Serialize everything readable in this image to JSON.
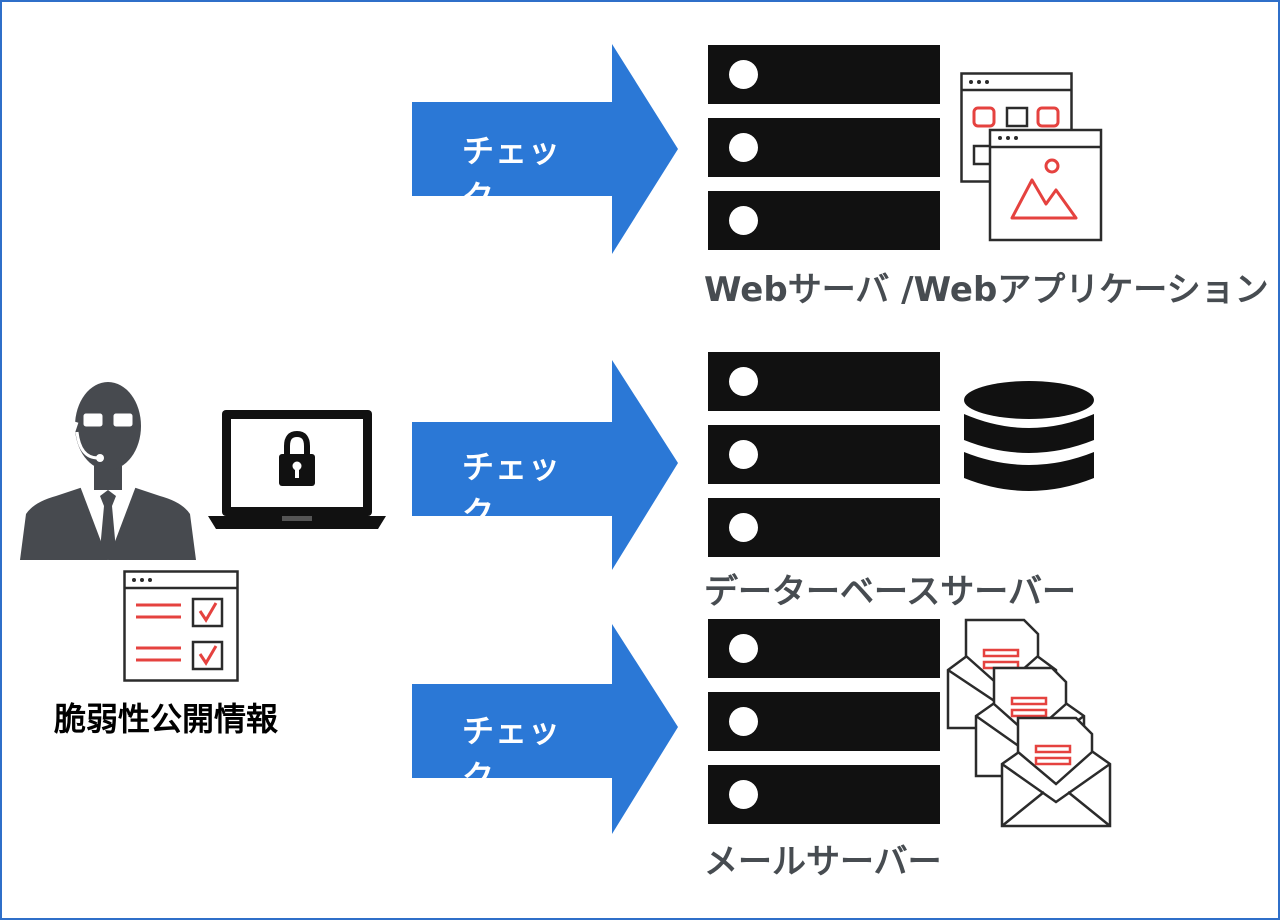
{
  "diagram": {
    "arrow_label": "チェック",
    "targets": [
      {
        "name": "Webサーバ /Webアプリケーション",
        "icon": "web-application-windows-icon"
      },
      {
        "name": "データーベースサーバー",
        "icon": "database-icon"
      },
      {
        "name": "メールサーバー",
        "icon": "envelopes-icon"
      }
    ],
    "actor": {
      "caption": "脆弱性公開情報",
      "icons": [
        "operator-person-icon",
        "laptop-lock-icon",
        "checklist-window-icon"
      ]
    }
  },
  "colors": {
    "arrow": "#2b78d6",
    "server": "#111111",
    "accent_red": "#e5423f",
    "caption_text": "#474c51",
    "border": "#2f6fc9"
  }
}
